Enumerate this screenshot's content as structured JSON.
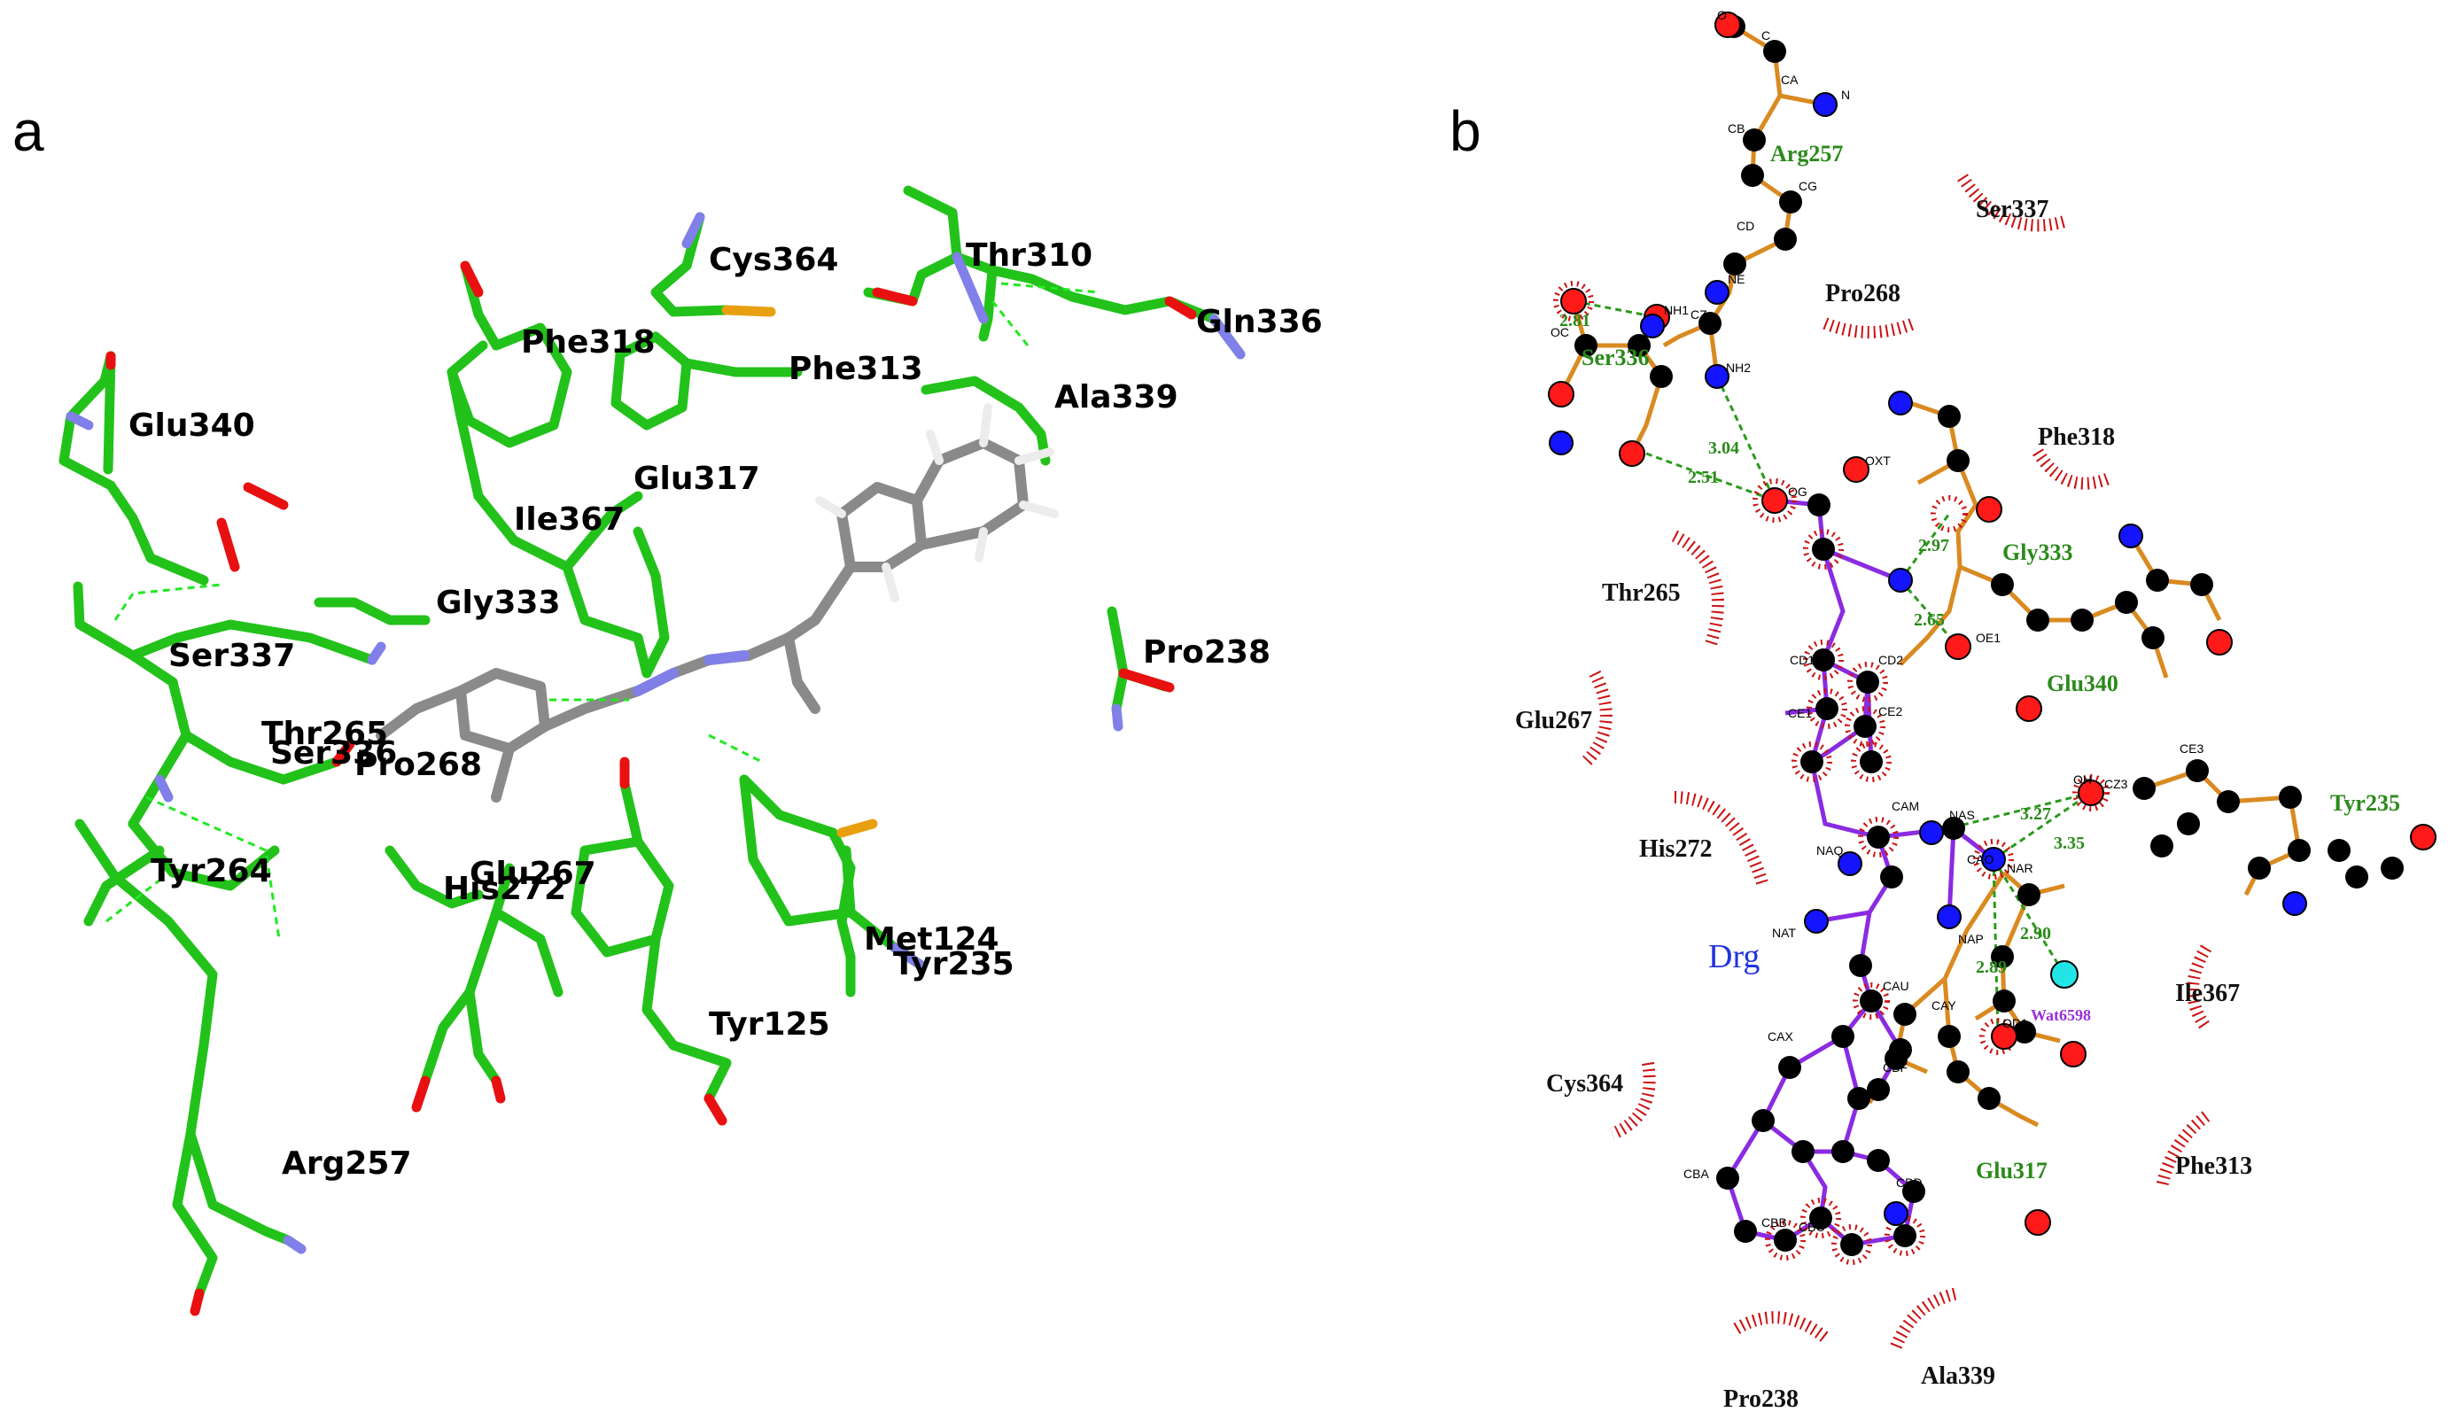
{
  "panel_a": {
    "letter": "a",
    "labels": [
      "Cys364",
      "Thr310",
      "Gln336",
      "Phe318",
      "Phe313",
      "Ala339",
      "Glu340",
      "Glu317",
      "Ile367",
      "Gly333",
      "Pro238",
      "Ser337",
      "Thr265",
      "Ser336",
      "Pro268",
      "Tyr264",
      "His272",
      "Glu267",
      "Met124",
      "Tyr235",
      "Tyr125",
      "Arg257"
    ]
  },
  "panel_b": {
    "letter": "b",
    "ligand_name": "Drg",
    "water": "Wat6598",
    "green_residues": [
      "Arg257",
      "Ser336",
      "Gly333",
      "Glu340",
      "Tyr235",
      "Glu317"
    ],
    "hydrophobic_residues": [
      "Ser337",
      "Pro268",
      "Phe318",
      "Thr265",
      "Glu267",
      "His272",
      "Ile367",
      "Cys364",
      "Phe313",
      "Pro238",
      "Ala339"
    ],
    "distances": [
      "2.81",
      "3.04",
      "2.51",
      "2.97",
      "2.65",
      "3.27",
      "3.35",
      "2.90",
      "2.89"
    ],
    "atom_labels": [
      "O",
      "C",
      "CA",
      "N",
      "CB",
      "CG",
      "CD",
      "NE",
      "CZ",
      "NH1",
      "NH2",
      "OG",
      "OC",
      "OXT",
      "OD1",
      "OE1",
      "CD1",
      "CD2",
      "CE1",
      "CE2",
      "CAM",
      "NAS",
      "NAR",
      "CAO",
      "NAQ",
      "NAP",
      "NAT",
      "CAU",
      "CAY",
      "CAX",
      "CBF",
      "CBB",
      "CBA",
      "CBC",
      "CBD",
      "CE3",
      "CZ3",
      "OH"
    ]
  }
}
